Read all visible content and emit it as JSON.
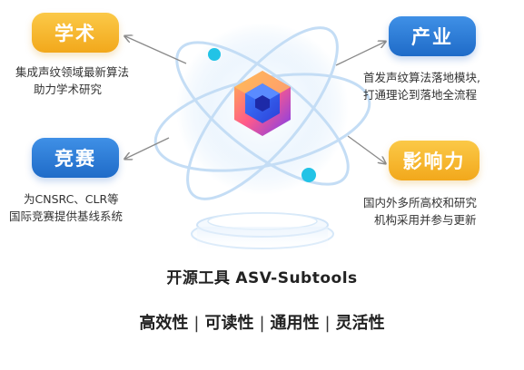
{
  "nodes": {
    "academic": {
      "label": "学术",
      "lines": [
        "集成声纹领域最新算法",
        "助力学术研究"
      ]
    },
    "industry": {
      "label": "产业",
      "lines": [
        "首发声纹算法落地模块,",
        "打通理论到落地全流程"
      ]
    },
    "competition": {
      "label": "竞赛",
      "lines": [
        "为CNSRC、CLR等",
        "国际竞赛提供基线系统"
      ]
    },
    "influence": {
      "label": "影响力",
      "lines": [
        "国内外多所高校和研究",
        "机构采用并参与更新"
      ]
    }
  },
  "title": {
    "main": "开源工具",
    "sub": "ASV-Subtools"
  },
  "features": [
    "高效性",
    "可读性",
    "通用性",
    "灵活性"
  ],
  "colors": {
    "yellow": "#f5b025",
    "blue": "#2a78d6",
    "orbit": "#bcd9f3",
    "cyan_dot": "#22c3e6"
  }
}
